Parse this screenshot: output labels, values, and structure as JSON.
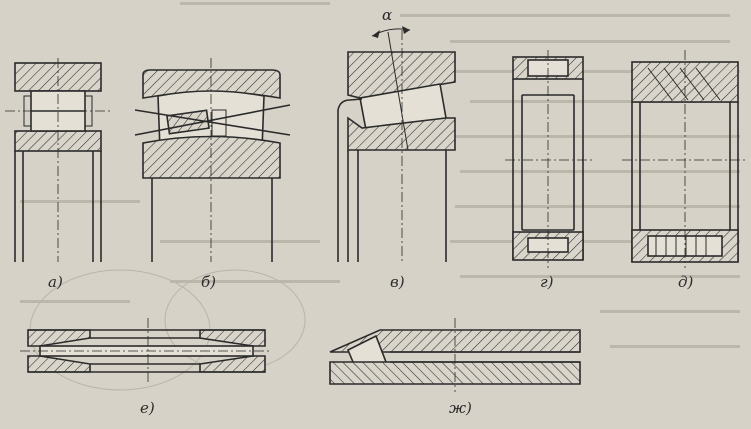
{
  "labels": {
    "a": "а)",
    "b": "б)",
    "v": "в)",
    "g": "г)",
    "d": "д)",
    "e": "е)",
    "zh": "ж)",
    "alpha": "α"
  },
  "colors": {
    "paper": "#d6d2c8",
    "ink": "#2b2b2b"
  }
}
